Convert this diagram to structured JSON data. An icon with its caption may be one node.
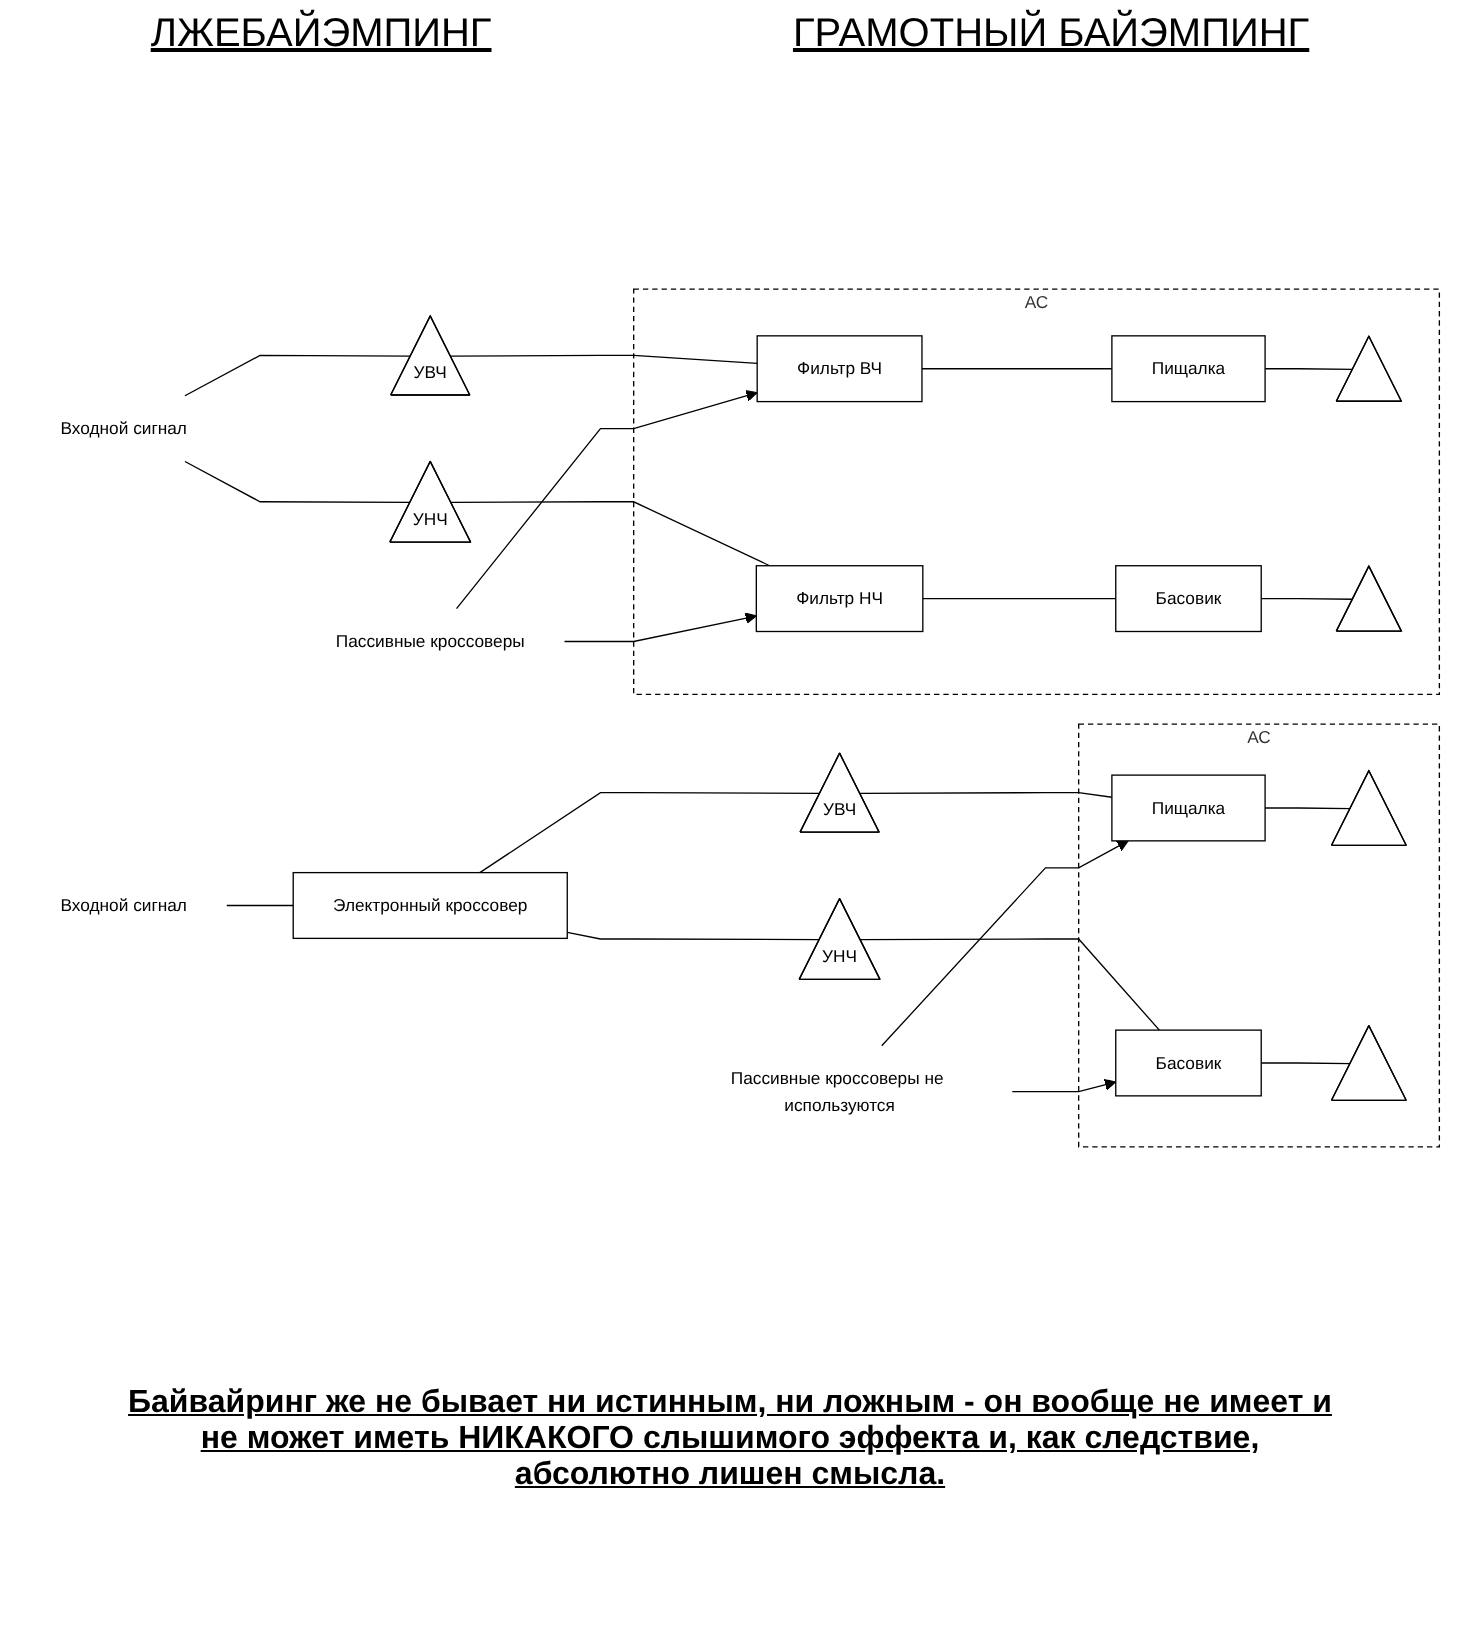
{
  "diagram": {
    "caption": "Байвайринг же не бывает ни истинным, ни ложным - он вообще не имеет и не может иметь НИКАКОГО слышимого эффекта и, как следствие, абсолютно лишен смысла.",
    "nodes": [
      {
        "text": [
          "Входной сигнал"
        ]
      },
      {
        "text": [
          "УВЧ"
        ]
      },
      {
        "text": [
          "УНЧ"
        ]
      },
      {
        "text": [
          "АС"
        ]
      },
      {
        "text": [
          "Фильтр ВЧ"
        ],
        "in": 3
      },
      {
        "text": [
          "Фильтр НЧ"
        ],
        "in": 3
      },
      {
        "text": [
          "Пищалка"
        ],
        "in": 3
      },
      {
        "text": [
          "Басовик"
        ],
        "in": 3
      },
      {
        "text": [],
        "shape": "triangle",
        "in": 3
      },
      {
        "text": [],
        "shape": "triangle",
        "in": 3
      },
      {
        "text": [
          "Пассивные кроссоверы"
        ]
      },
      {
        "text": [
          "Входной сигнал"
        ]
      },
      {
        "text": [
          "Электронный кроссовер"
        ]
      },
      {
        "text": [
          "УВЧ"
        ]
      },
      {
        "text": [
          "УНЧ"
        ]
      },
      {
        "text": [
          "АС"
        ]
      },
      {
        "text": [
          "Пищалка"
        ],
        "in": 15
      },
      {
        "text": [
          "Басовик"
        ],
        "in": 15
      },
      {
        "text": [],
        "shape": "triangle",
        "in": 15
      },
      {
        "text": [],
        "shape": "triangle",
        "in": 15
      },
      {
        "text": [
          "Пассивные кроссоверы не используются"
        ]
      }
    ],
    "edges": [
      {
        "from": 0,
        "to": 1,
        "arrow": "none"
      },
      {
        "from": 0,
        "to": 2,
        "arrow": "none"
      },
      {
        "from": 1,
        "to": 4,
        "arrow": "none"
      },
      {
        "from": 2,
        "to": 5,
        "arrow": "none"
      },
      {
        "from": 4,
        "to": 6,
        "arrow": "none"
      },
      {
        "from": 5,
        "to": 7,
        "arrow": "none"
      },
      {
        "from": 6,
        "to": 8,
        "arrow": "none"
      },
      {
        "from": 7,
        "to": 9,
        "arrow": "none"
      },
      {
        "from": 10,
        "to": 4,
        "arrow": "to"
      },
      {
        "from": 10,
        "to": 5,
        "arrow": "to"
      },
      {
        "from": 11,
        "to": 12,
        "arrow": "none"
      },
      {
        "from": 12,
        "to": 13,
        "arrow": "none"
      },
      {
        "from": 12,
        "to": 14,
        "arrow": "none"
      },
      {
        "from": 13,
        "to": 16,
        "arrow": "none"
      },
      {
        "from": 14,
        "to": 17,
        "arrow": "none"
      },
      {
        "from": 16,
        "to": 18,
        "arrow": "none"
      },
      {
        "from": 17,
        "to": 19,
        "arrow": "none"
      },
      {
        "from": 20,
        "to": 16,
        "arrow": "to"
      },
      {
        "from": 20,
        "to": 17,
        "arrow": "to"
      }
    ],
    "labels": [
      "ЛЖЕБАЙЭМПИНГ",
      "ГРАМОТНЫЙ БАЙЭМПИНГ"
    ]
  }
}
